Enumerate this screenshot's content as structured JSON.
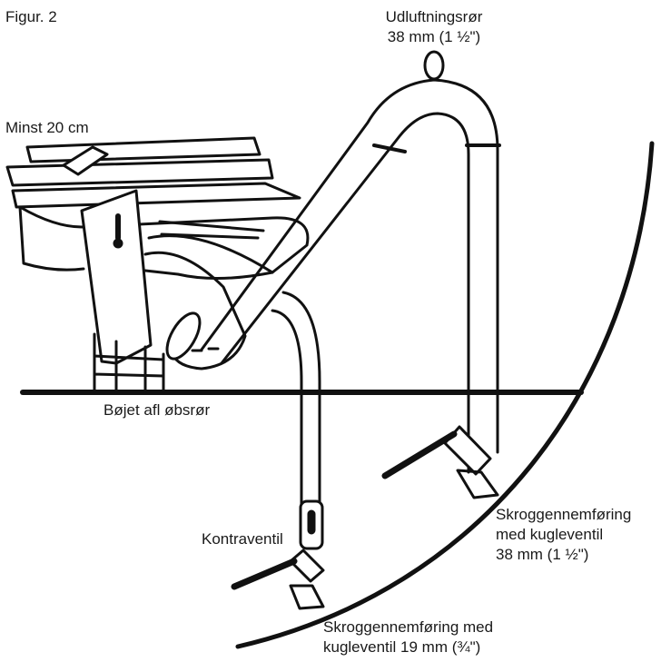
{
  "figure_label": "Figur. 2",
  "labels": {
    "vent_pipe": {
      "line1": "Udluftningsrør",
      "line2": "38 mm (1 ½\")"
    },
    "min_height": "Minst 20 cm",
    "drain_pipe": "Bøjet afl øbsrør",
    "check_valve": "Kontraventil",
    "through_hull_large": {
      "line1": "Skroggennemføring",
      "line2": "med kugleventil",
      "line3": "38 mm (1 ½\")"
    },
    "through_hull_small": {
      "line1": "Skroggennemføring med",
      "line2": "kugleventil 19 mm (¾\")"
    }
  },
  "colors": {
    "ink": "#111111",
    "fill": "#ffffff"
  }
}
